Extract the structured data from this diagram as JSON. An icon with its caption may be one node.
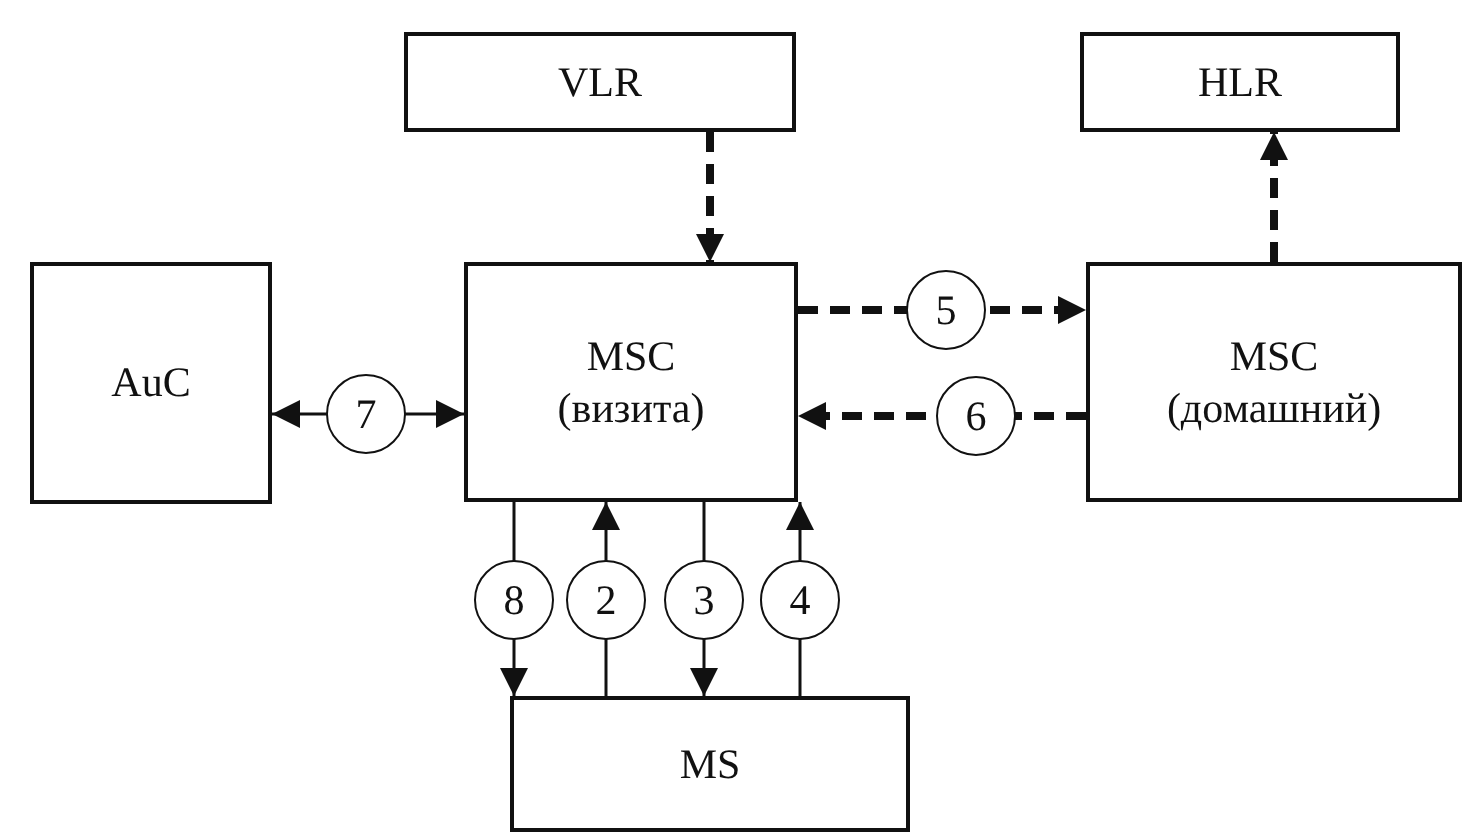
{
  "diagram": {
    "nodes": [
      {
        "text": [
          "VLR"
        ]
      },
      {
        "text": [
          "HLR"
        ]
      },
      {
        "text": [
          "AuC"
        ]
      },
      {
        "text": [
          "MSC (визита)"
        ]
      },
      {
        "text": [
          "MSC (домашний)"
        ]
      },
      {
        "text": [
          "MS"
        ]
      }
    ],
    "edges": [
      {
        "from": 0,
        "to": 3,
        "arrow": "to",
        "style": "dashed"
      },
      {
        "from": 4,
        "to": 1,
        "arrow": "to",
        "style": "dashed"
      },
      {
        "from": 3,
        "to": 4,
        "label": "5",
        "arrow": "to",
        "style": "dashed"
      },
      {
        "from": 4,
        "to": 3,
        "label": "6",
        "arrow": "to",
        "style": "dashed"
      },
      {
        "from": 2,
        "to": 3,
        "label": "7",
        "arrow": "both"
      },
      {
        "from": 3,
        "to": 5,
        "label": "8",
        "arrow": "to"
      },
      {
        "from": 5,
        "to": 3,
        "label": "2",
        "arrow": "to"
      },
      {
        "from": 3,
        "to": 5,
        "label": "3",
        "arrow": "to"
      },
      {
        "from": 5,
        "to": 3,
        "label": "4",
        "arrow": "to"
      }
    ]
  }
}
